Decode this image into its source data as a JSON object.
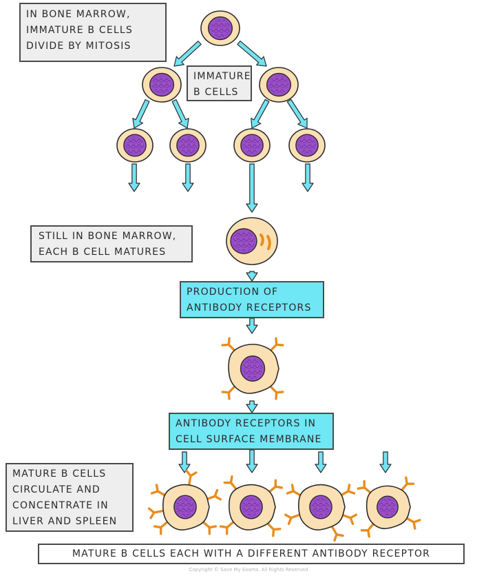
{
  "labels": {
    "mitosis": [
      "IN BONE MARROW,",
      "IMMATURE B CELLS",
      "DIVIDE BY MITOSIS"
    ],
    "immature": [
      "IMMATURE",
      "B CELLS"
    ],
    "matures": [
      "STILL IN BONE MARROW,",
      "EACH B CELL MATURES"
    ],
    "production": [
      "PRODUCTION OF",
      "ANTIBODY RECEPTORS"
    ],
    "receptors_in_membrane": [
      "ANTIBODY RECEPTORS IN",
      "CELL SURFACE MEMBRANE"
    ],
    "circulate": [
      "MATURE B CELLS",
      "CIRCULATE AND",
      "CONCENTRATE IN",
      "LIVER AND SPLEEN"
    ],
    "caption": "MATURE B CELLS EACH WITH A DIFFERENT ANTIBODY RECEPTOR"
  },
  "copyright": "Copyright © Save My Exams. All Rights Reserved",
  "colors": {
    "cytoplasm": "#fbe0b4",
    "nucleus": "#9b4fc9",
    "arrow": "#73e3f2",
    "receptor": "#e88d1e",
    "grey_box": "#eeeeee",
    "cyan_box": "#6fe7f4"
  }
}
